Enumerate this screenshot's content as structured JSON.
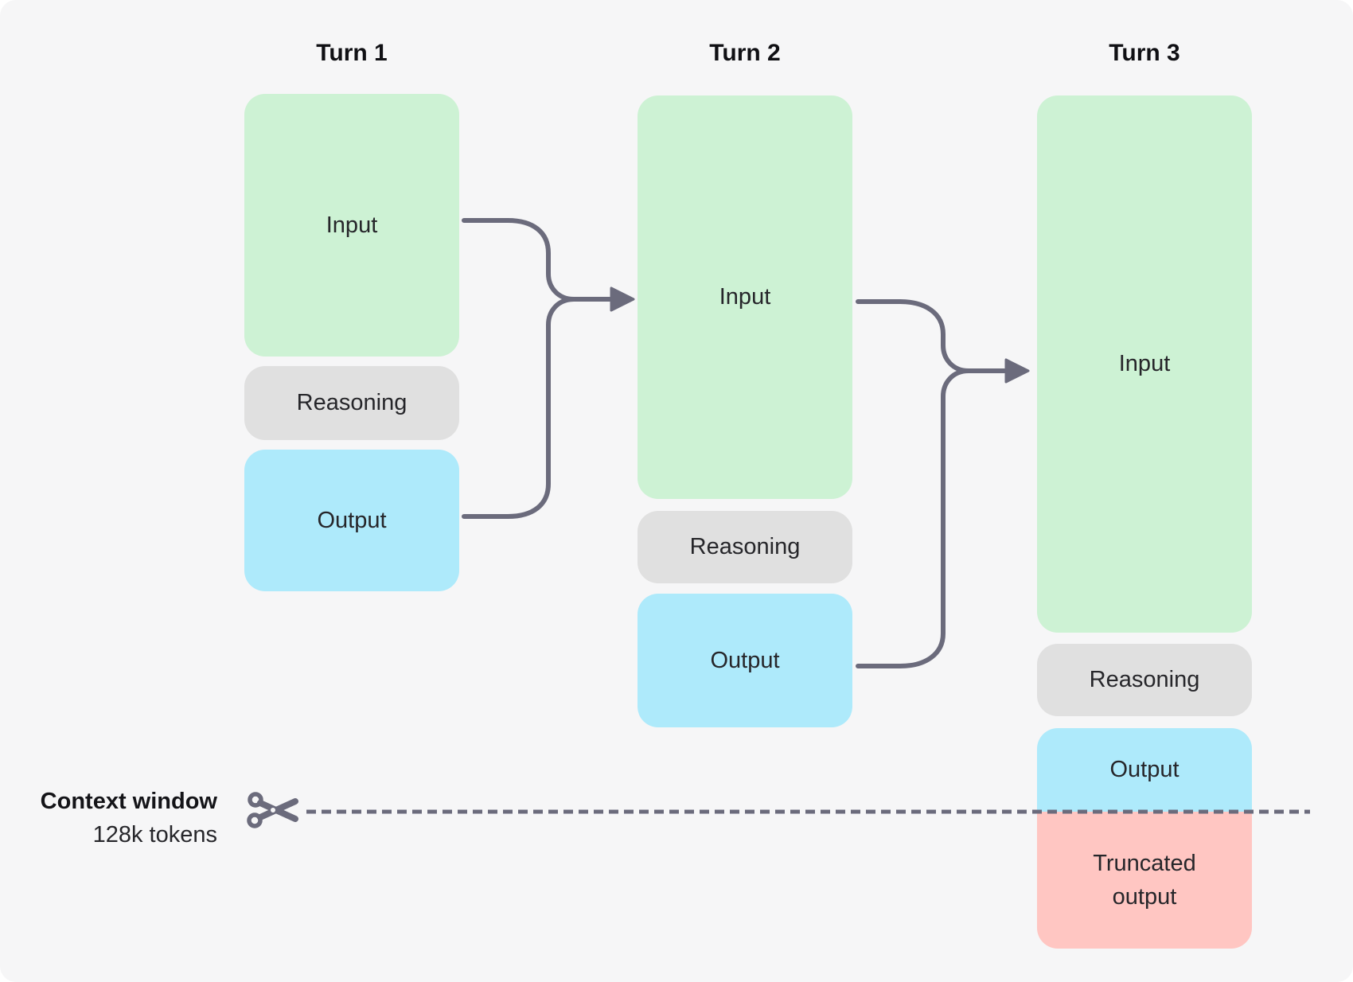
{
  "diagram": {
    "turns": [
      {
        "title": "Turn 1",
        "input": "Input",
        "reasoning": "Reasoning",
        "output": "Output"
      },
      {
        "title": "Turn 2",
        "input": "Input",
        "reasoning": "Reasoning",
        "output": "Output"
      },
      {
        "title": "Turn 3",
        "input": "Input",
        "reasoning": "Reasoning",
        "output": "Output",
        "truncated_output": "Truncated output"
      }
    ],
    "context_window": {
      "label": "Context window",
      "tokens": "128k tokens"
    },
    "icons": {
      "scissors": "✂"
    },
    "colors": {
      "background": "#f6f6f7",
      "input": "#cdf2d4",
      "reasoning": "#e0e0e0",
      "output": "#aeeafb",
      "truncated": "#ffc6c2",
      "connector": "#6b6b7c"
    }
  }
}
